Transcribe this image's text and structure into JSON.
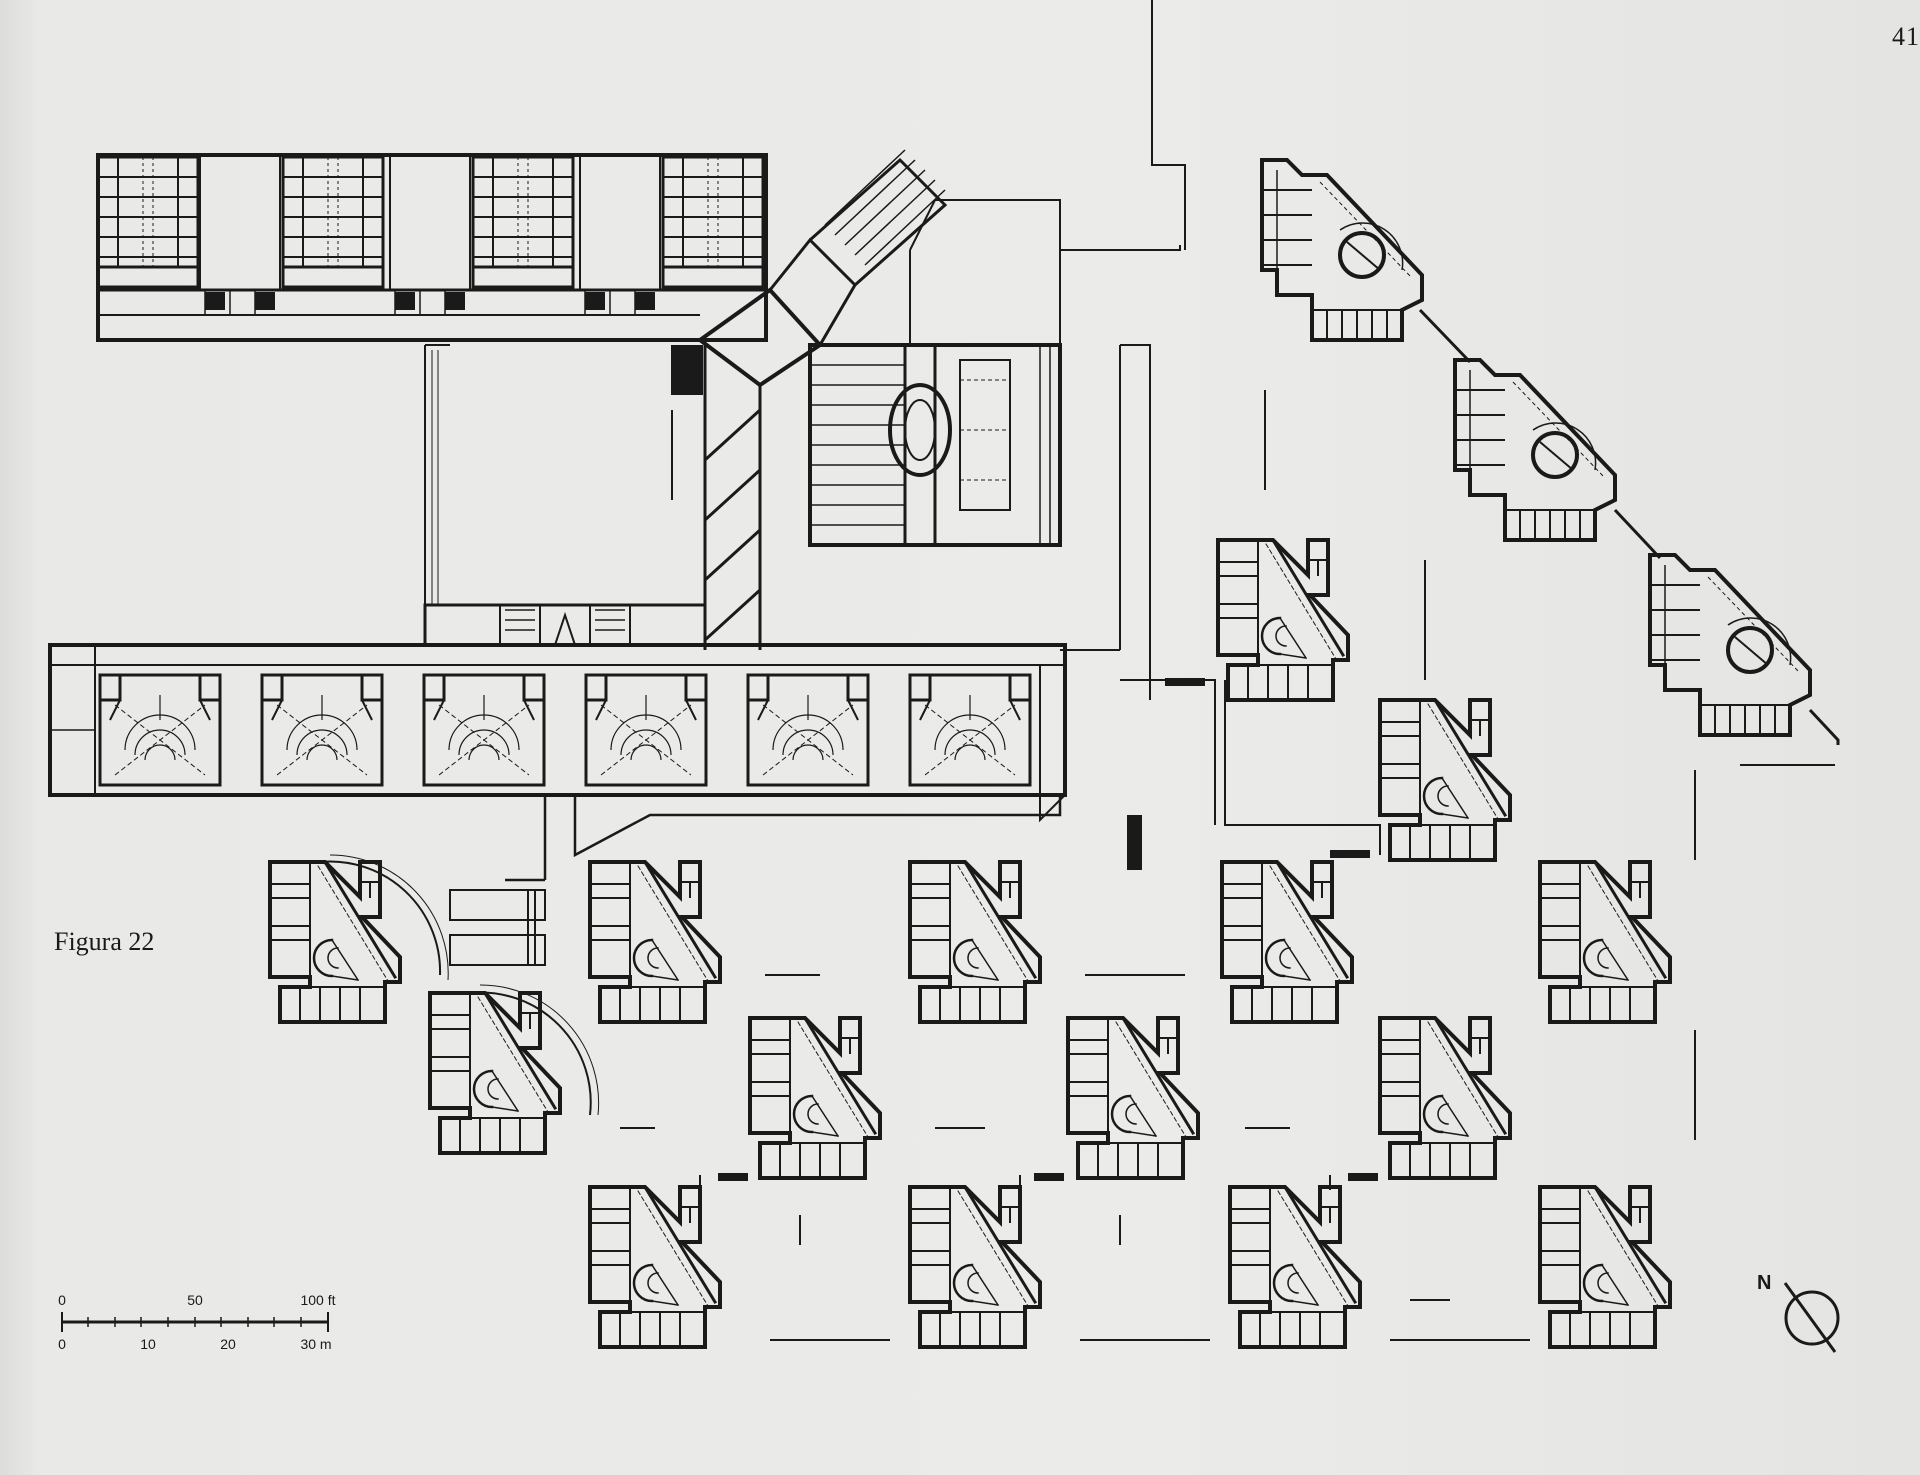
{
  "page": {
    "number": "41"
  },
  "caption": {
    "figure": "Figura 22"
  },
  "scale_bar": {
    "imperial_ticks": [
      "0",
      "50",
      "100 ft"
    ],
    "metric_ticks": [
      "0",
      "10",
      "20",
      "30 m"
    ]
  },
  "north_arrow": {
    "label": "N"
  },
  "colors": {
    "paper": "#e9e9e7",
    "ink": "#1a1a1a"
  }
}
